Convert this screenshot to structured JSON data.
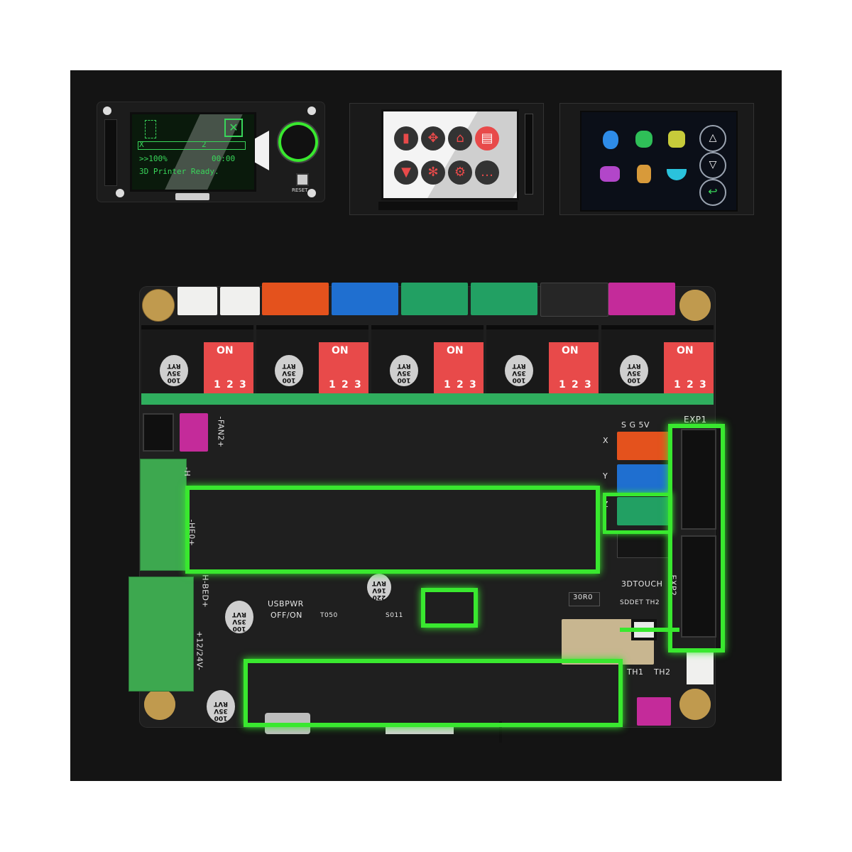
{
  "lcd_screen": {
    "lines": [
      "X",
      "2",
      ">>100%",
      "00:00",
      "3D Printer Ready."
    ],
    "reset_label": "RESET"
  },
  "board": {
    "driver_switch_label": "ON",
    "driver_switch_numbers": [
      "1",
      "2",
      "3"
    ],
    "capacitor_text": [
      "100",
      "35V",
      "RYT"
    ],
    "cap_small_text": [
      "220",
      "16V",
      "RVT"
    ],
    "power_cap_text": [
      "100",
      "35V",
      "RVT"
    ],
    "labels": {
      "fan2": "-FAN2+",
      "exp1": "EXP1",
      "exp2": "EXP2",
      "sg5v": "S G 5V",
      "three_d_touch": "3DTOUCH",
      "usbpwr": "USBPWR",
      "off_on": "OFF/ON",
      "bed": "-H-BED+",
      "power_in": "+12/24V-",
      "he0": "-HE0+",
      "h": "-H",
      "resistor": "30R0",
      "th1": "TH1",
      "th2": "TH2",
      "sddet": "SDDET TH2",
      "axis_x": "X",
      "axis_y": "Y",
      "axis_z": "Z",
      "chip_t050": "T050",
      "chip_s011": "S011"
    }
  },
  "colors": {
    "highlight": "#39e82f",
    "background": "#141414",
    "lcd_text": "#39d65a",
    "dip_red": "#e84a4a",
    "terminal_green": "#3da84f",
    "brass": "#c09a4e"
  },
  "icons": {
    "touchscreen_1": [
      "thermometer-icon",
      "move-axis-icon",
      "home-icon",
      "printer-icon",
      "extruder-icon",
      "fan-icon",
      "settings-icon",
      "more-icon"
    ],
    "touchscreen_2": [
      "model-blue-icon",
      "model-green-icon",
      "model-yellow-icon",
      "model-purple-icon",
      "model-orange-icon",
      "model-cyan-icon",
      "up-arrow-icon",
      "down-arrow-icon",
      "back-arrow-icon"
    ]
  }
}
